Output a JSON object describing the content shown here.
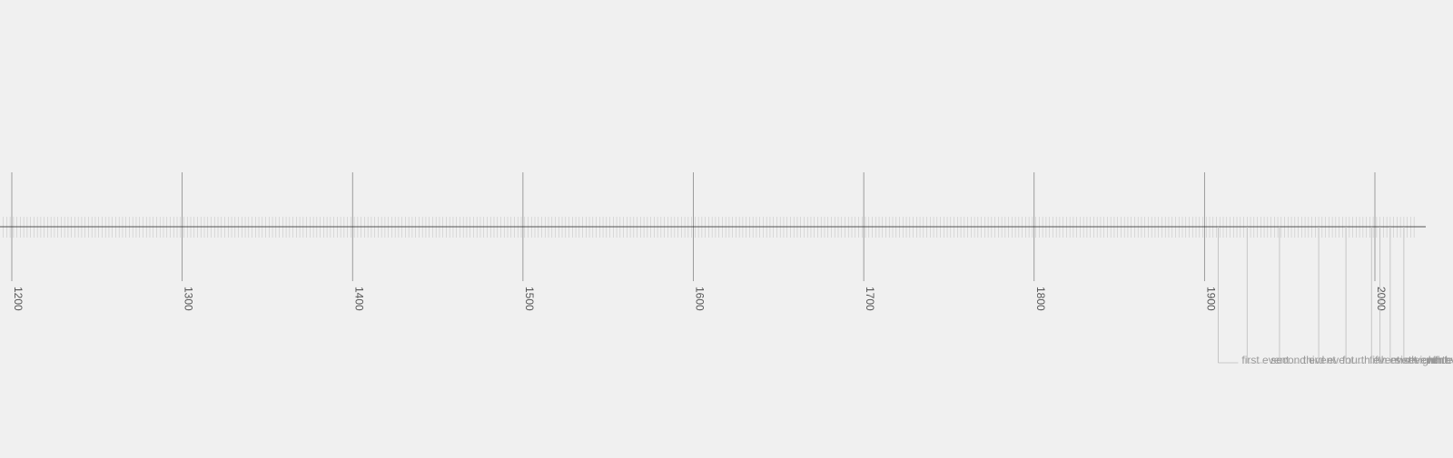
{
  "timeline": {
    "range": [
      1193,
      2030
    ],
    "axis_end": 2023,
    "minor_tick_step": 2,
    "major_ticks": [
      1200,
      1300,
      1400,
      1500,
      1600,
      1700,
      1800,
      1900,
      2000
    ],
    "major_tick_labels": [
      "1200",
      "1300",
      "1400",
      "1500",
      "1600",
      "1700",
      "1800",
      "1900",
      "2000"
    ],
    "events": [
      {
        "label": "first event",
        "year": 1908
      },
      {
        "label": "second event",
        "year": 1925
      },
      {
        "label": "third event",
        "year": 1944
      },
      {
        "label": "fourth event",
        "year": 1967
      },
      {
        "label": "fifth event",
        "year": 1983
      },
      {
        "label": "sixth event",
        "year": 1998
      },
      {
        "label": "seventh event",
        "year": 2003
      },
      {
        "label": "eighth event",
        "year": 2009
      },
      {
        "label": "ninth event",
        "year": 2017
      }
    ],
    "colors": {
      "background": "#f0f0f0",
      "axis": "#222222",
      "minor_tick": "#c8c8c8",
      "major_tick": "#888888",
      "major_label": "#555555",
      "event_line": "#bbbbbb",
      "event_label": "#999999"
    }
  }
}
